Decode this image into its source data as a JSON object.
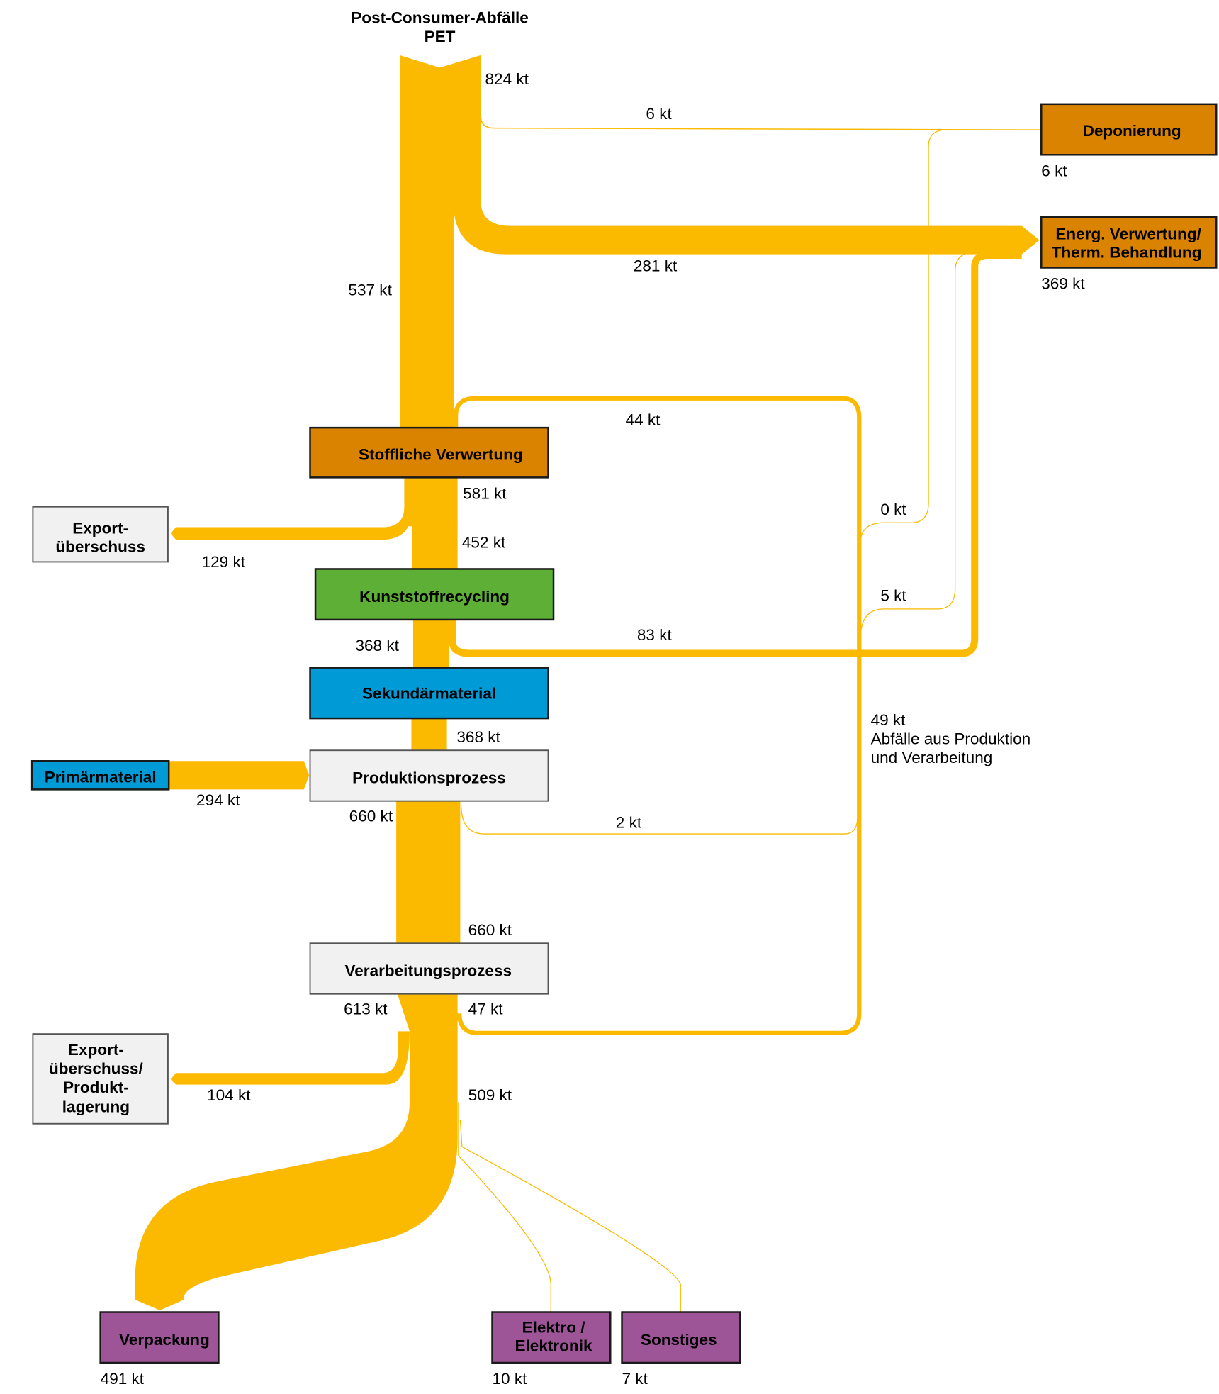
{
  "title": {
    "line1": "Post-Consumer-Abfälle",
    "line2": "PET"
  },
  "colors": {
    "flow": "#FBBA00",
    "waste_node": "#D98300",
    "recycling_node": "#5DAF35",
    "material_node": "#009BD6",
    "process_node": "#F0F1F0",
    "application_node": "#9E5598"
  },
  "nodes": {
    "deponierung": {
      "label": "Deponierung",
      "value": "6 kt"
    },
    "energ": {
      "line1": "Energ. Verwertung/",
      "line2": "Therm. Behandlung",
      "value": "369 kt"
    },
    "stoffliche": {
      "label": "Stoffliche Verwertung"
    },
    "export1": {
      "line1": "Export-",
      "line2": "überschuss"
    },
    "kunststoff": {
      "label": "Kunststoffrecycling"
    },
    "sekundaer": {
      "label": "Sekundärmaterial"
    },
    "primaer": {
      "label": "Primärmaterial"
    },
    "produktion": {
      "label": "Produktionsprozess"
    },
    "verarbeitung": {
      "label": "Verarbeitungsprozess"
    },
    "export2": {
      "line1": "Export-",
      "line2": "überschuss/",
      "line3": "Produkt-",
      "line4": "lagerung"
    },
    "verpackung": {
      "label": "Verpackung",
      "value": "491 kt"
    },
    "elektro": {
      "line1": "Elektro /",
      "line2": "Elektronik",
      "value": "10 kt"
    },
    "sonstiges": {
      "label": "Sonstiges",
      "value": "7 kt"
    }
  },
  "flows": {
    "total": "824 kt",
    "to_deponierung": "6 kt",
    "to_energ": "281 kt",
    "to_stoffliche": "537 kt",
    "return_loop": "44 kt",
    "stoffliche_out": "581 kt",
    "export1": "129 kt",
    "to_kunststoff": "452 kt",
    "zero": "0 kt",
    "five": "5 kt",
    "kunststoff_energ": "83 kt",
    "to_sekundaer": "368 kt",
    "sekundaer_out": "368 kt",
    "production_waste_value": "49 kt",
    "production_waste_line1": "Abfälle aus Produktion",
    "production_waste_line2": "und Verarbeitung",
    "primaer": "294 kt",
    "produktion_out": "660 kt",
    "produktion_waste": "2 kt",
    "verarbeitung_in": "660 kt",
    "verarbeitung_out": "613 kt",
    "verarbeitung_waste": "47 kt",
    "export2": "104 kt",
    "to_applications": "509 kt"
  }
}
